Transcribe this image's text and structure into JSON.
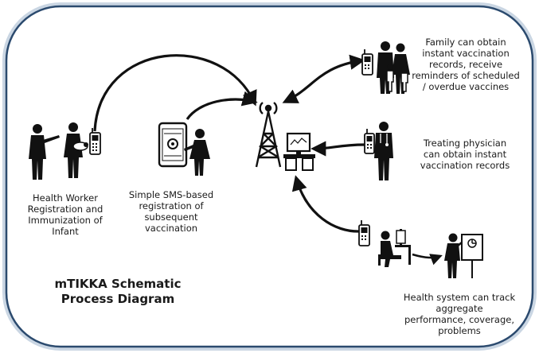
{
  "title_lines": [
    "mTIKKA Schematic",
    "Process Diagram"
  ],
  "labels": {
    "health_worker": [
      "Health Worker",
      "Registration and",
      "Immunization of",
      "Infant"
    ],
    "sms_registration": [
      "Simple SMS-based",
      "registration of",
      "subsequent",
      "vaccination"
    ],
    "family": [
      "Family can obtain",
      "instant vaccination",
      "records, receive",
      "reminders of scheduled",
      "/ overdue vaccines"
    ],
    "physician": [
      "Treating physician",
      "can obtain instant",
      "vaccination records"
    ],
    "health_system": [
      "Health system can track",
      "aggregate",
      "performance, coverage,",
      "problems"
    ]
  },
  "colors": {
    "frame": "#2b4a6e",
    "frame_glow": "#9fb4cc",
    "ink": "#111111",
    "background": "#ffffff"
  },
  "icons": [
    "health-worker-icon",
    "mother-infant-icon",
    "mobile-phone-icon",
    "tablet-sms-icon",
    "woman-icon",
    "cell-tower-icon",
    "computer-desk-icon",
    "family-icon",
    "physician-icon",
    "office-worker-icon",
    "presenter-chart-icon"
  ]
}
